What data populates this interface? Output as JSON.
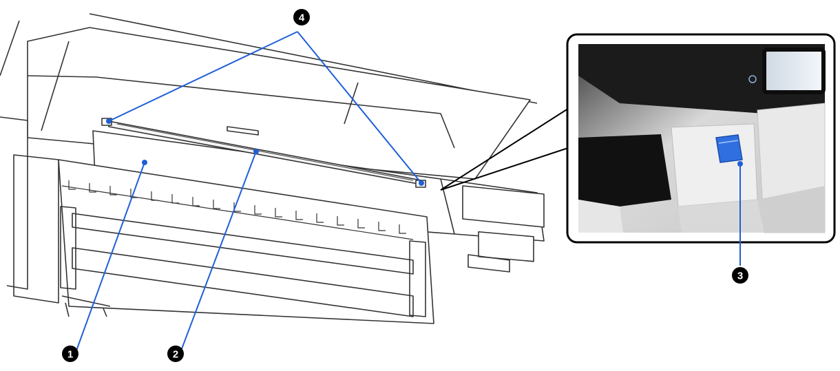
{
  "callouts": [
    {
      "id": "1",
      "label": "1"
    },
    {
      "id": "2",
      "label": "2"
    },
    {
      "id": "3",
      "label": "3"
    },
    {
      "id": "4",
      "label": "4"
    }
  ],
  "colors": {
    "leader_line": "#1f5fd6",
    "callout_fill": "#000000",
    "callout_text": "#ffffff",
    "printer_outline": "#333333",
    "inset_frame": "#000000",
    "blue_lever": "#2f6fe0"
  },
  "icons": {
    "inset_photo": "printer-blue-lever-photo",
    "printer_drawing": "large-format-printer-line-drawing"
  }
}
